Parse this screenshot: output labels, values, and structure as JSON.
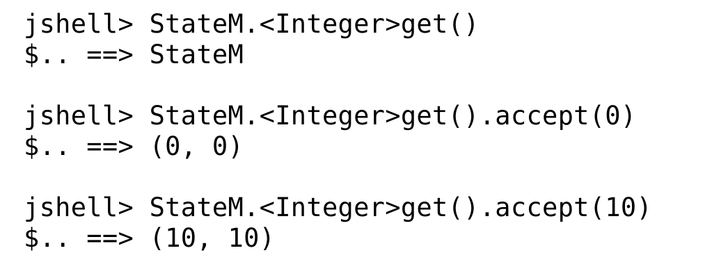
{
  "session": {
    "blocks": [
      {
        "prompt": "jshell> ",
        "input": "StateM.<Integer>get()",
        "result_prefix": "$.. ==> ",
        "result": "StateM"
      },
      {
        "prompt": "jshell> ",
        "input": "StateM.<Integer>get().accept(0)",
        "result_prefix": "$.. ==> ",
        "result": "(0, 0)"
      },
      {
        "prompt": "jshell> ",
        "input": "StateM.<Integer>get().accept(10)",
        "result_prefix": "$.. ==> ",
        "result": "(10, 10)"
      }
    ]
  }
}
